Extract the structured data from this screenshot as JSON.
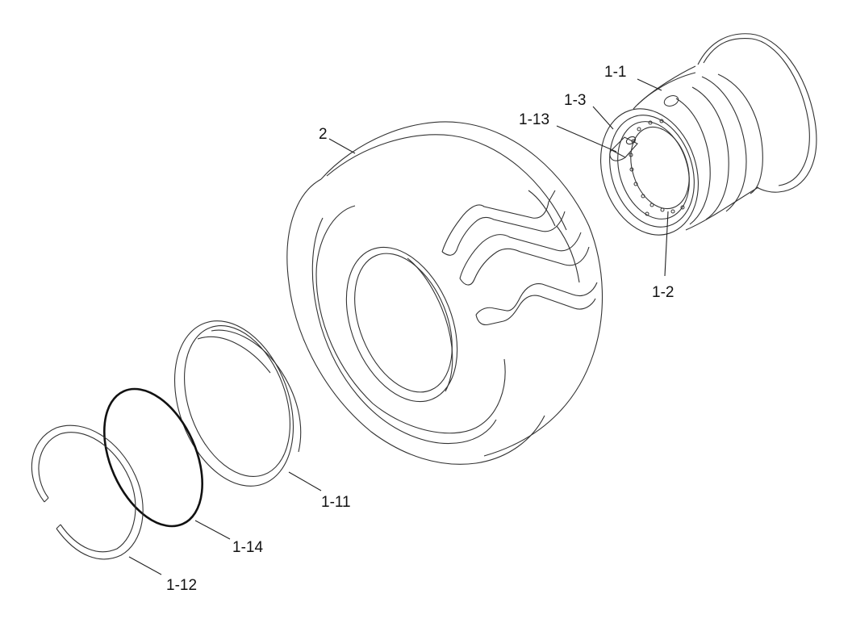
{
  "callouts": {
    "c1_1": "1-1",
    "c1_3": "1-3",
    "c1_13": "1-13",
    "c2": "2",
    "c1_2": "1-2",
    "c1_11": "1-11",
    "c1_14": "1-14",
    "c1_12": "1-12"
  },
  "colors": {
    "line": "#333333",
    "background": "#ffffff"
  }
}
